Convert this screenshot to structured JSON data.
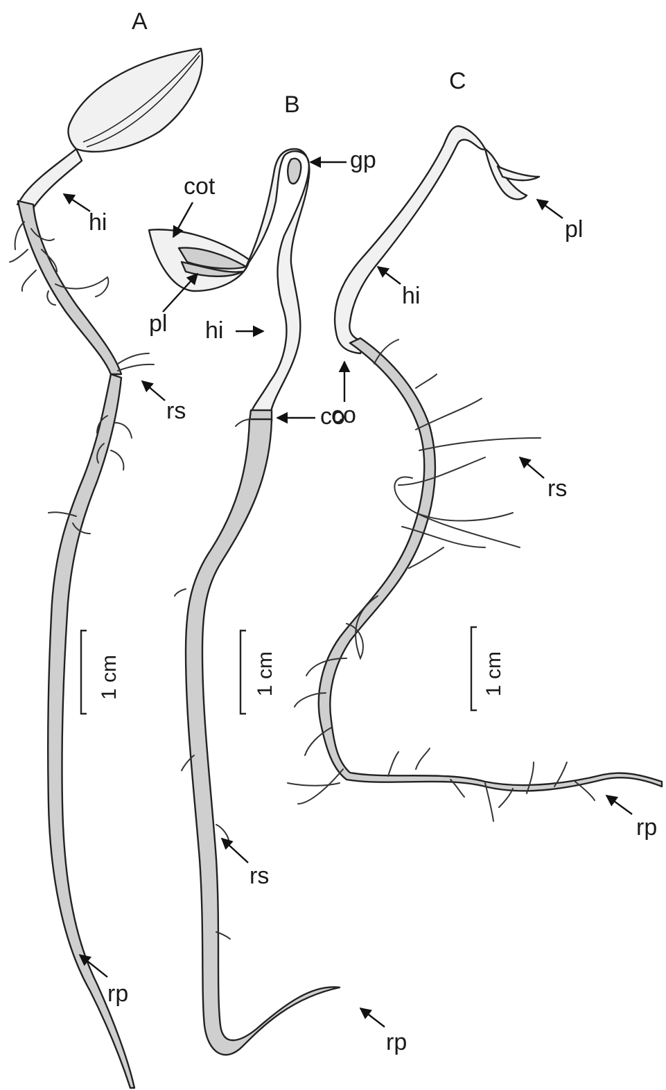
{
  "panels": {
    "a": {
      "label": "A",
      "scale": "1 cm",
      "hypocotyl": "hi",
      "secondary_roots": "rs",
      "primary_root": "rp"
    },
    "b": {
      "label": "B",
      "scale": "1 cm",
      "growing_point": "gp",
      "cotyledon": "cot",
      "plumule": "pl",
      "hypocotyl": "hi",
      "collar": "co",
      "secondary_roots": "rs",
      "primary_root": "rp"
    },
    "c": {
      "label": "C",
      "scale": "1 cm",
      "plumule": "pl",
      "hypocotyl": "hi",
      "collar": "co",
      "secondary_roots": "rs",
      "primary_root": "rp"
    }
  }
}
